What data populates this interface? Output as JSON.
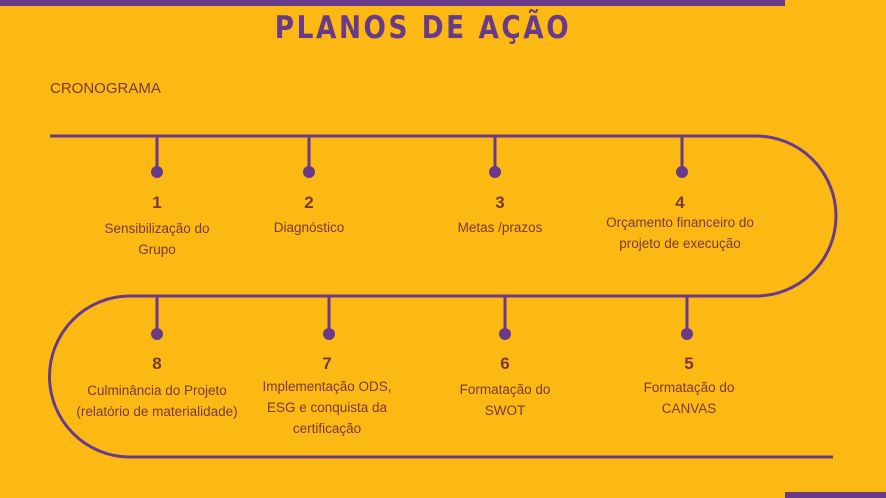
{
  "title": "PLANOS DE AÇÃO",
  "subtitle": "CRONOGRAMA",
  "colors": {
    "background": "#FCB913",
    "accent": "#6A3A8A",
    "text": "#7A3A3A"
  },
  "steps": [
    {
      "num": "1",
      "label": "Sensibilização do Grupo"
    },
    {
      "num": "2",
      "label": "Diagnóstico"
    },
    {
      "num": "3",
      "label": "Metas /prazos"
    },
    {
      "num": "4",
      "label": "Orçamento financeiro do projeto de execução"
    },
    {
      "num": "5",
      "label": "Formatação do CANVAS"
    },
    {
      "num": "6",
      "label": "Formatação do SWOT"
    },
    {
      "num": "7",
      "label": "Implementação ODS, ESG e conquista da certificação"
    },
    {
      "num": "8",
      "label": "Culminância do Projeto (relatório de materialidade)"
    }
  ]
}
